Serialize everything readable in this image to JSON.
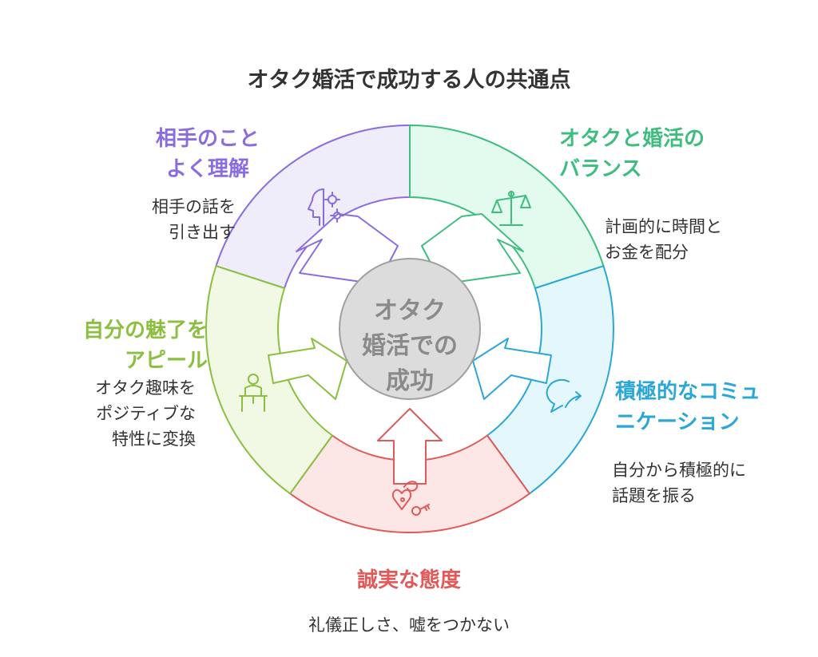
{
  "title": "オタク婚活で成功する人の共通点",
  "center": {
    "lines": [
      "オタク",
      "婚活での",
      "成功"
    ]
  },
  "segments": {
    "understand": {
      "title_lines": [
        "相手のこと",
        "よく理解"
      ],
      "desc_lines": [
        "相手の話を",
        "引き出す"
      ],
      "color": "#8B6CE0",
      "fill": "#F0EDFB",
      "icon": "head-gear-icon"
    },
    "balance": {
      "title_lines": [
        "オタクと婚活の",
        "バランス"
      ],
      "desc_lines": [
        "計画的に時間と",
        "お金を配分"
      ],
      "color": "#3DBE7E",
      "fill": "#E3FAEE",
      "icon": "scales-icon"
    },
    "communication": {
      "title_lines": [
        "積極的なコミュ",
        "ニケーション"
      ],
      "desc_lines": [
        "自分から積極的に",
        "話題を振る"
      ],
      "color": "#2AA7D6",
      "fill": "#E4F7FC",
      "icon": "speech-bubble-icon"
    },
    "sincere": {
      "title_lines": [
        "誠実な態度"
      ],
      "desc_lines": [
        "礼儀正しさ、嘘をつかない"
      ],
      "color": "#E05A5A",
      "fill": "#FDE6E6",
      "icon": "heart-lock-key-icon"
    },
    "appeal": {
      "title_lines": [
        "自分の魅了を",
        "アピール"
      ],
      "desc_lines": [
        "オタク趣味を",
        "ポジティブな",
        "特性に変換"
      ],
      "color": "#8BBF3F",
      "fill": "#F1F9E4",
      "icon": "presenter-icon"
    }
  }
}
